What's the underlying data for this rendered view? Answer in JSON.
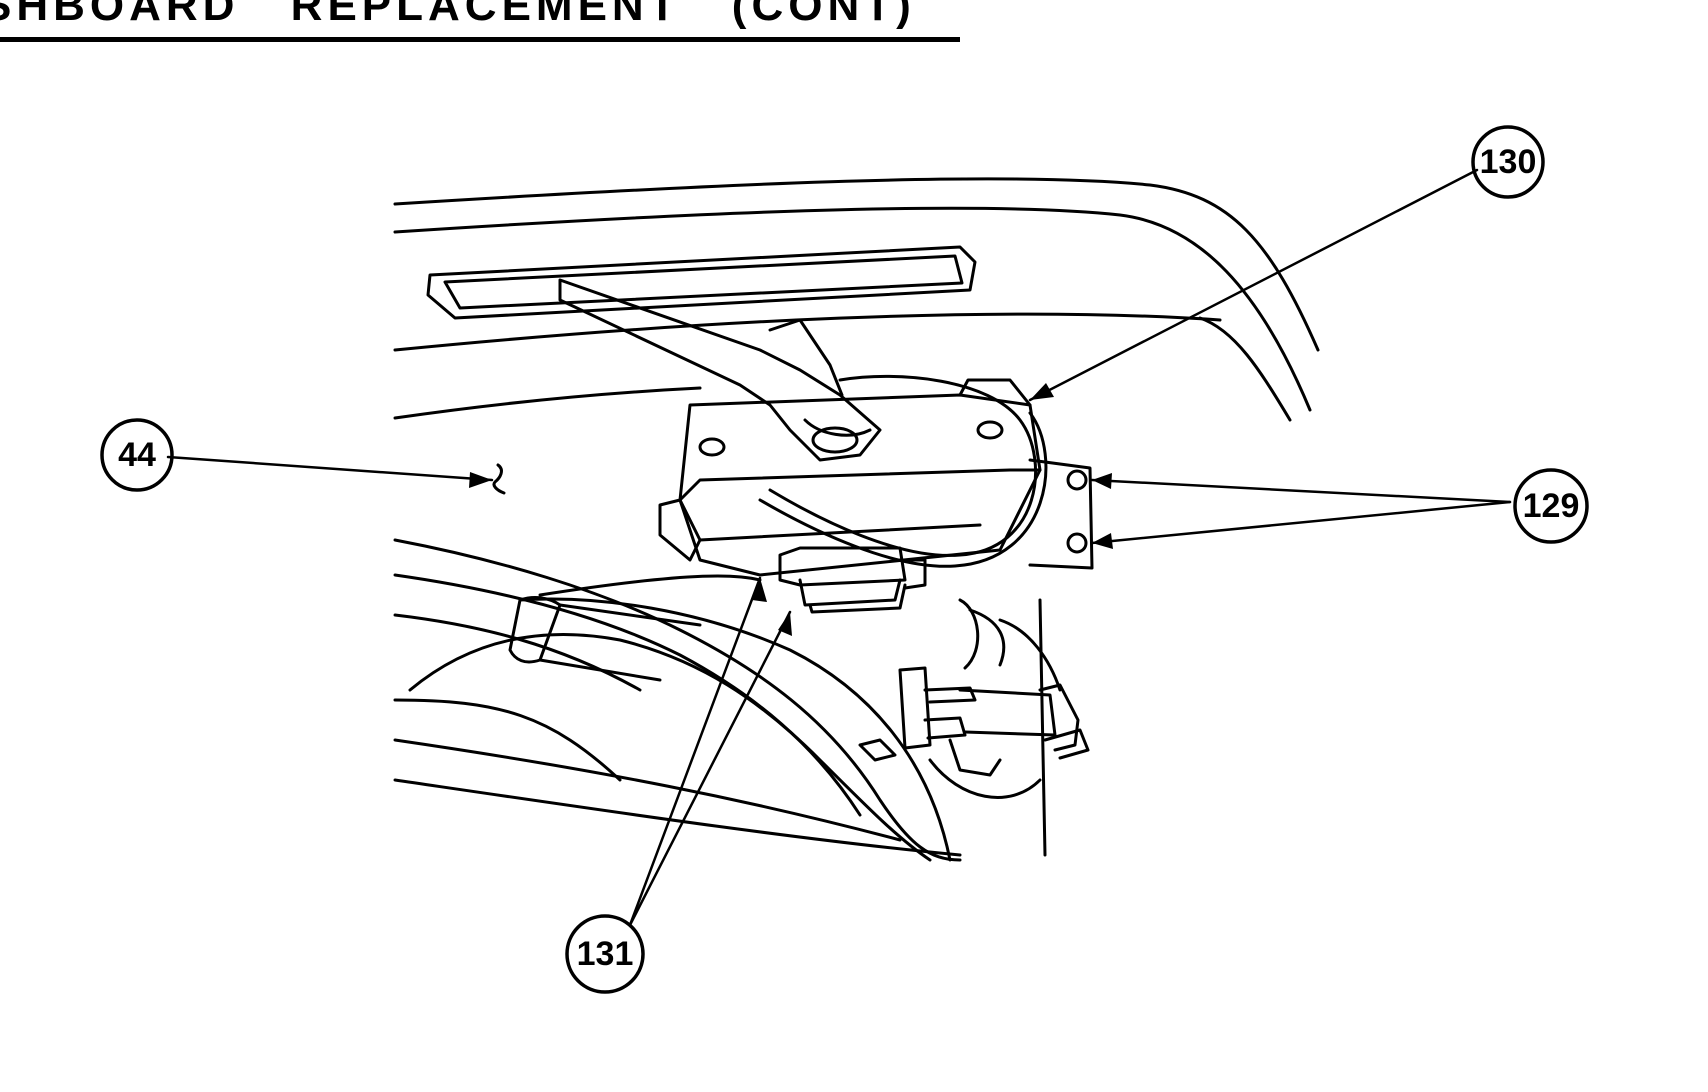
{
  "page": {
    "heading": "SHBOARD   REPLACEMENT   (CONT)"
  },
  "callouts": {
    "c44": "44",
    "c129": "129",
    "c130": "130",
    "c131": "131"
  }
}
